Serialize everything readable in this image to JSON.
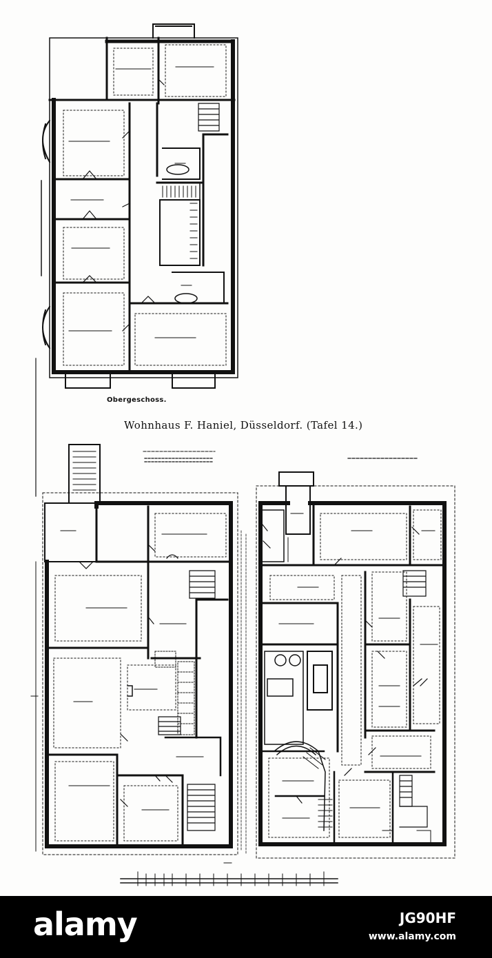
{
  "caption": "Wohnhaus F. Haniel, Düsseldorf. (Tafel 14.)",
  "plans": {
    "upper_floor_label": "Obergeschoss."
  },
  "watermark": {
    "brand": "alamy",
    "image_code": "JG90HF",
    "url": "www.alamy.com"
  },
  "colors": {
    "ink": "#111111",
    "paper": "#fdfdfc",
    "footer": "#000000"
  }
}
